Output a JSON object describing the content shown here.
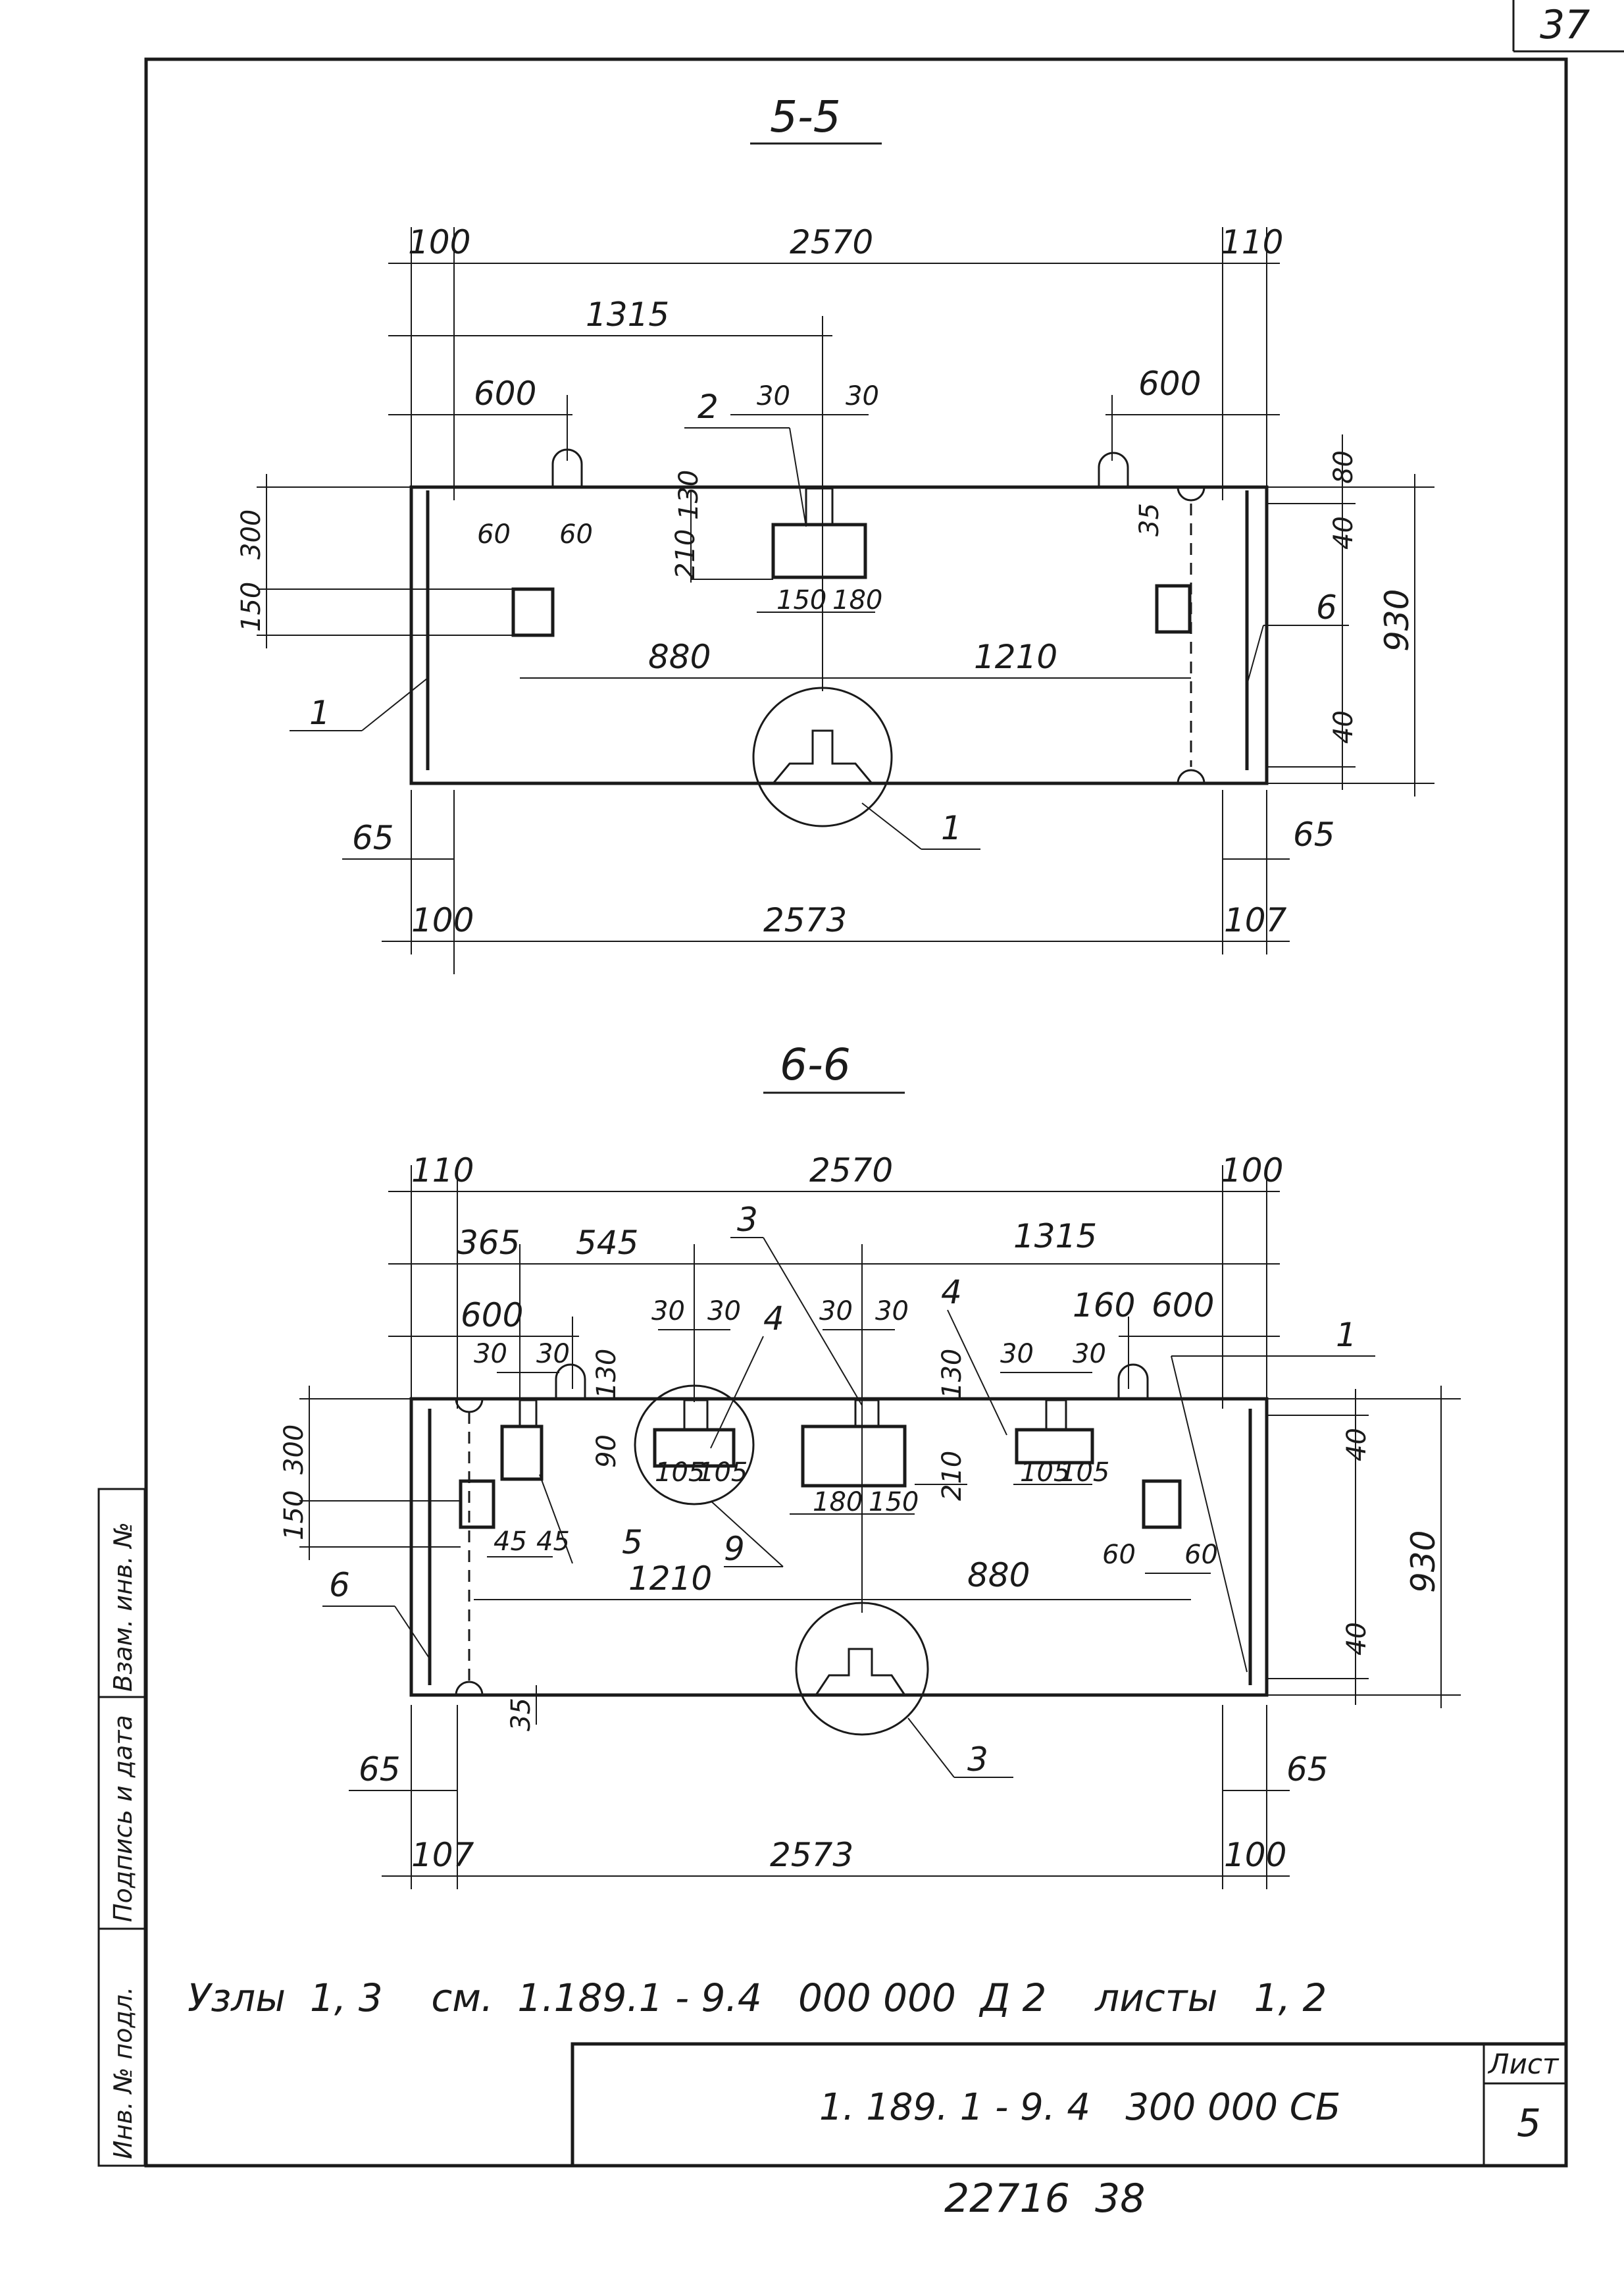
{
  "page_number": "37",
  "sections": [
    {
      "title": "5-5",
      "dims": {
        "top_left": "100",
        "top_total": "2570",
        "top_right": "110",
        "center": "1315",
        "left_600": "600",
        "right_600": "600",
        "offset_30_left": "30",
        "offset_30_right": "30",
        "emb_h_300": "300",
        "emb_h_150": "150",
        "w60_left": "60",
        "w60_right": "60",
        "h210": "210",
        "h130": "130",
        "w150": "150",
        "w180": "180",
        "s880": "880",
        "s1210": "1210",
        "r80": "80",
        "r40_top": "40",
        "r40_bot": "40",
        "h930": "930",
        "d35": "35",
        "b65_left": "65",
        "b65_right": "65",
        "bot_left": "100",
        "bot_total": "2573",
        "bot_right": "107"
      },
      "labels": {
        "item2": "2",
        "item1": "1",
        "item6": "6",
        "node1": "1"
      }
    },
    {
      "title": "6-6",
      "dims": {
        "top_left": "110",
        "top_total": "2570",
        "top_right": "100",
        "d365": "365",
        "d545": "545",
        "d1315": "1315",
        "left_600": "600",
        "d160": "160",
        "right_600": "600",
        "a30": "30",
        "b30": "30",
        "c30": "30",
        "d30": "30",
        "e30": "30",
        "f30": "30",
        "g30": "30",
        "h30": "30",
        "h130a": "130",
        "h130b": "130",
        "h90": "90",
        "h300": "300",
        "h150": "150",
        "h210": "210",
        "w105a": "105",
        "w105b": "105",
        "w105c": "105",
        "w105d": "105",
        "w180": "180",
        "w150": "150",
        "w45a": "45",
        "w45b": "45",
        "s1210": "1210",
        "s880": "880",
        "w60a": "60",
        "w60b": "60",
        "r40_top": "40",
        "r40_bot": "40",
        "h930": "930",
        "d35": "35",
        "b65_left": "65",
        "b65_right": "65",
        "bot_left": "107",
        "bot_total": "2573",
        "bot_right": "100"
      },
      "labels": {
        "item3": "3",
        "item4a": "4",
        "item4b": "4",
        "item1": "1",
        "item5": "5",
        "item9": "9",
        "item6": "6",
        "node3": "3"
      }
    }
  ],
  "note": "Узлы  1, 3    см.  1.189.1 - 9.4   000 000  Д 2    листы   1, 2",
  "title_block": {
    "sheet_label": "Лист",
    "sheet_number": "5",
    "designation": "1. 189. 1 - 9. 4   300 000 СБ"
  },
  "side_stamp": [
    "Инв. №  подл.",
    "Подпись и дата",
    "Взам. инв. №"
  ],
  "archive_number": "22716  38"
}
